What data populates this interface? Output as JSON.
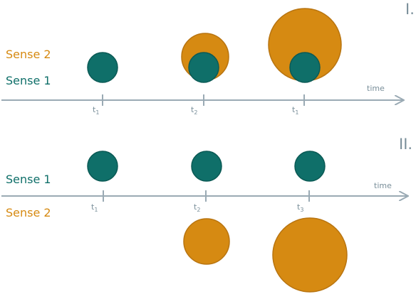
{
  "colors": {
    "sense1": "#0f6f69",
    "sense2": "#d68a12",
    "axis": "#9aaab4",
    "text_gray": "#7a8f9a"
  },
  "panel1": {
    "roman_label": "I.",
    "sense2_label": "Sense 2",
    "sense1_label": "Sense 1",
    "axis_label": "time",
    "ticks": [
      {
        "main": "t",
        "sub": "1"
      },
      {
        "main": "t",
        "sub": "2"
      },
      {
        "main": "t",
        "sub": "1"
      }
    ]
  },
  "panel2": {
    "roman_label": "II.",
    "sense1_label": "Sense 1",
    "sense2_label": "Sense 2",
    "axis_label": "time",
    "ticks": [
      {
        "main": "t",
        "sub": "1"
      },
      {
        "main": "t",
        "sub": "2"
      },
      {
        "main": "t",
        "sub": "3"
      }
    ]
  }
}
